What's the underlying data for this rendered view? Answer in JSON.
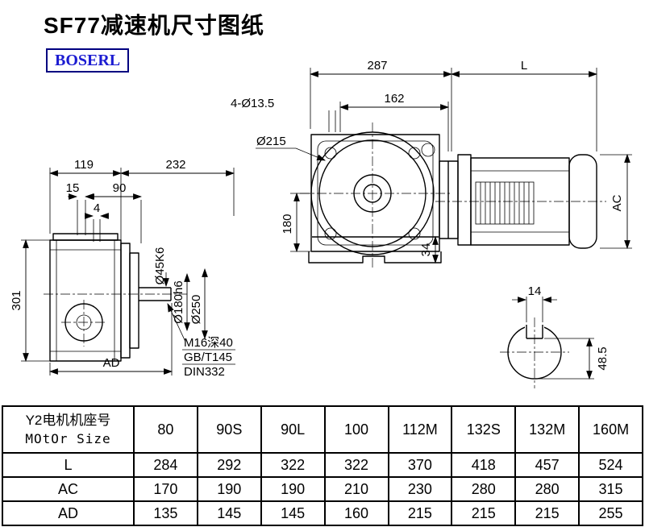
{
  "page": {
    "title": "SF77减速机尺寸图纸",
    "logo": "BOSERL"
  },
  "drawing": {
    "front": {
      "d287": "287",
      "d162": "162",
      "holes": "4-Ø13.5",
      "d215": "Ø215",
      "d180": "180",
      "d34": "34"
    },
    "motor": {
      "dL": "L",
      "dAC": "AC"
    },
    "side": {
      "d119": "119",
      "d232": "232",
      "d15": "15",
      "d90": "90",
      "d4": "4",
      "d301": "301",
      "dAD": "AD",
      "d45": "Ø45K6",
      "d180h6": "Ø180h6",
      "d250": "Ø250",
      "note1": "M16深40",
      "note2": "GB/T145",
      "note3": "DIN332"
    },
    "section": {
      "d14": "14",
      "d485": "48.5"
    }
  },
  "table": {
    "header_line1": "Y2电机机座号",
    "header_line2": "MOtOr Size",
    "columns": [
      "80",
      "90S",
      "90L",
      "100",
      "112M",
      "132S",
      "132M",
      "160M"
    ],
    "rows": [
      {
        "label": "L",
        "values": [
          "284",
          "292",
          "322",
          "322",
          "370",
          "418",
          "457",
          "524"
        ]
      },
      {
        "label": "AC",
        "values": [
          "170",
          "190",
          "190",
          "210",
          "230",
          "280",
          "280",
          "315"
        ]
      },
      {
        "label": "AD",
        "values": [
          "135",
          "145",
          "145",
          "160",
          "215",
          "215",
          "215",
          "255"
        ]
      }
    ]
  }
}
